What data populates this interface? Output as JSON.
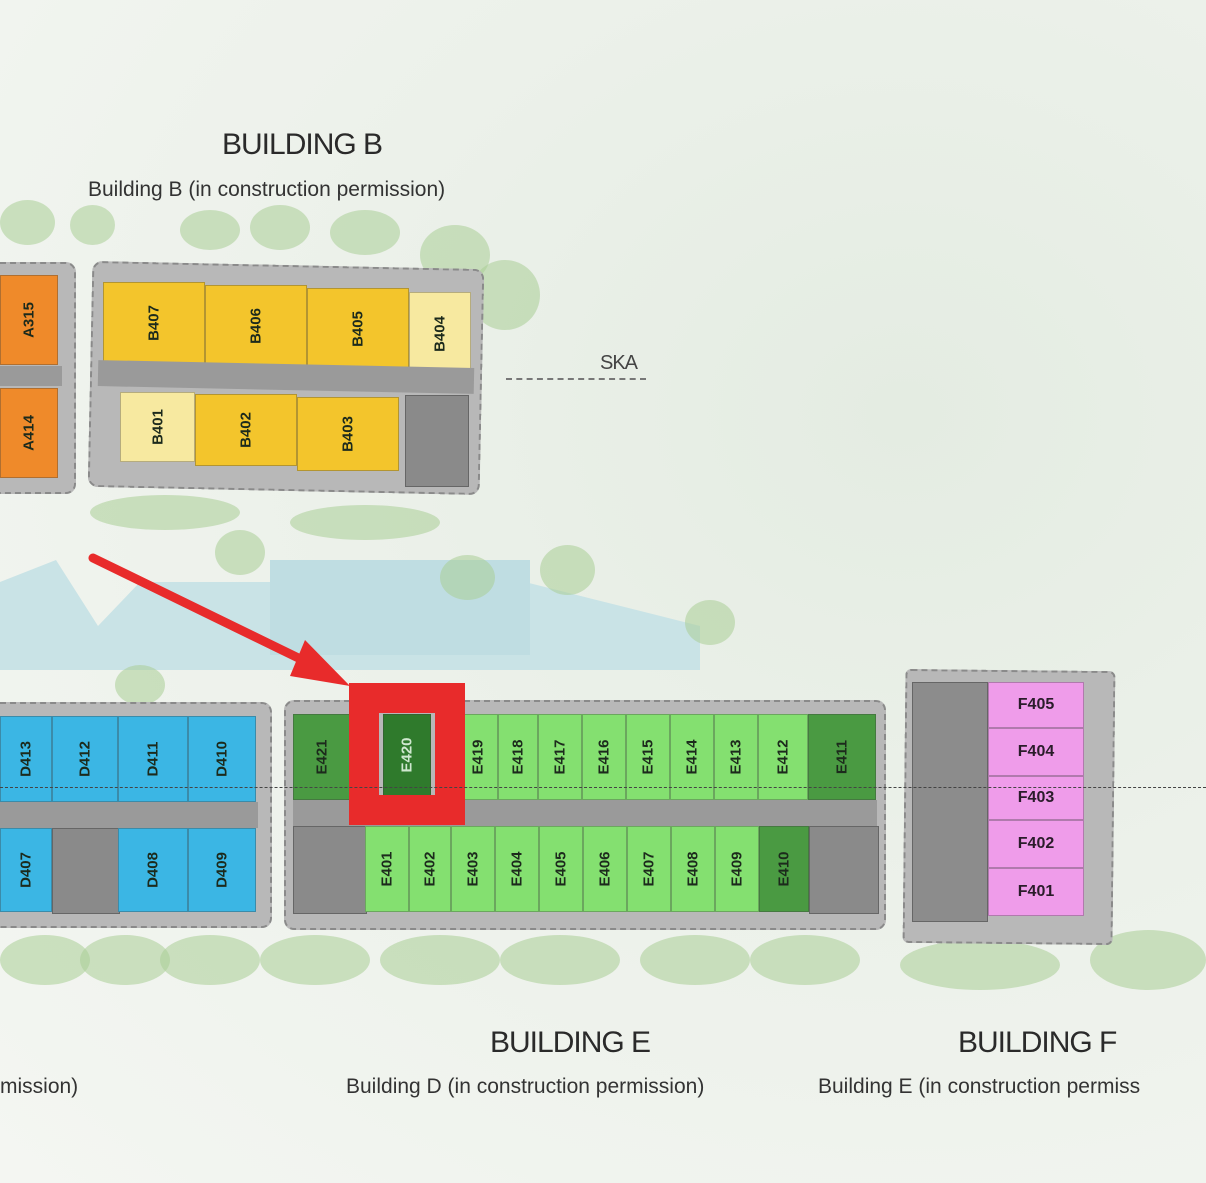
{
  "colors": {
    "building_b_units": "#f3c52c",
    "building_b_units_light": "#f7e9a0",
    "building_a_units": "#ef8a2a",
    "building_d_units": "#3bb6e4",
    "building_e_units": "#84e070",
    "building_e_units_dark": "#4a9a42",
    "building_f_units": "#ef9cea",
    "highlight": "#e82b2b",
    "corridor": "#9a9a9a",
    "pool": "#c9e3e6"
  },
  "icons": {
    "arrow": "red-arrow-icon",
    "north": "north-compass-icon"
  },
  "north_label": "SKA",
  "building_b": {
    "title": "BUILDING B",
    "subtitle": "Building B (in construction permission)",
    "top_units": [
      "B407",
      "B406",
      "B405",
      "B404"
    ],
    "bottom_units": [
      "B401",
      "B402",
      "B403"
    ]
  },
  "building_a_partial": {
    "units": [
      "A315",
      "A414"
    ]
  },
  "building_d_partial": {
    "subtitle_fragment": "mission)",
    "top_units": [
      "D413",
      "D412",
      "D411",
      "D410"
    ],
    "bottom_units": [
      "D407",
      "D408",
      "D409"
    ]
  },
  "building_e": {
    "title": "BUILDING E",
    "subtitle": "Building D (in construction permission)",
    "top_units": [
      "E421",
      "E420",
      "E419",
      "E418",
      "E417",
      "E416",
      "E415",
      "E414",
      "E413",
      "E412",
      "E411"
    ],
    "bottom_units": [
      "E401",
      "E402",
      "E403",
      "E404",
      "E405",
      "E406",
      "E407",
      "E408",
      "E409",
      "E410"
    ],
    "highlighted_unit": "E420"
  },
  "building_f": {
    "title": "BUILDING F",
    "subtitle": "Building E (in construction permiss",
    "units": [
      "F405",
      "F404",
      "F403",
      "F402",
      "F401"
    ]
  }
}
